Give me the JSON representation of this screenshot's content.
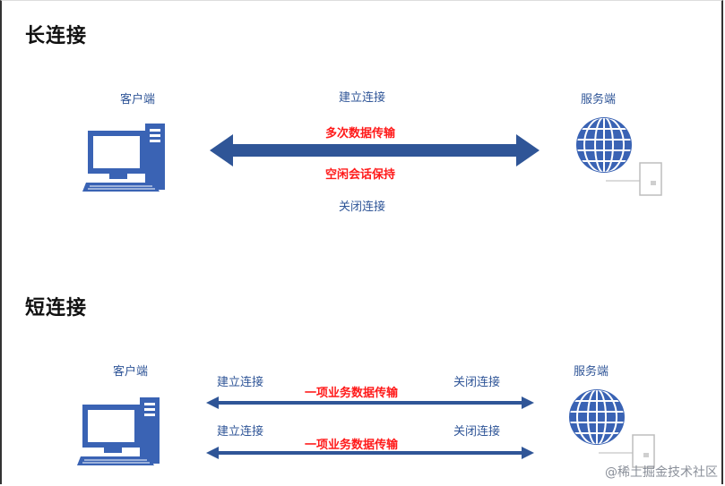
{
  "long_section": {
    "heading": "长连接",
    "client_label": "客户端",
    "server_label": "服务端",
    "establish": "建立连接",
    "transfer": "多次数据传输",
    "keepalive": "空闲会话保持",
    "close": "关闭连接"
  },
  "short_section": {
    "heading": "短连接",
    "client_label": "客户端",
    "server_label": "服务端",
    "rows": [
      {
        "establish": "建立连接",
        "transfer": "一项业务数据传输",
        "close": "关闭连接"
      },
      {
        "establish": "建立连接",
        "transfer": "一项业务数据传输",
        "close": "关闭连接"
      }
    ]
  },
  "watermark": "@稀土掘金技术社区",
  "colors": {
    "arrow_blue": "#2f5597",
    "label_blue": "#2f5597",
    "label_red": "#ff1a1a",
    "icon_blue": "#3a63b4"
  },
  "icons": {
    "client": "desktop-computer-icon",
    "server": "globe-server-icon"
  }
}
